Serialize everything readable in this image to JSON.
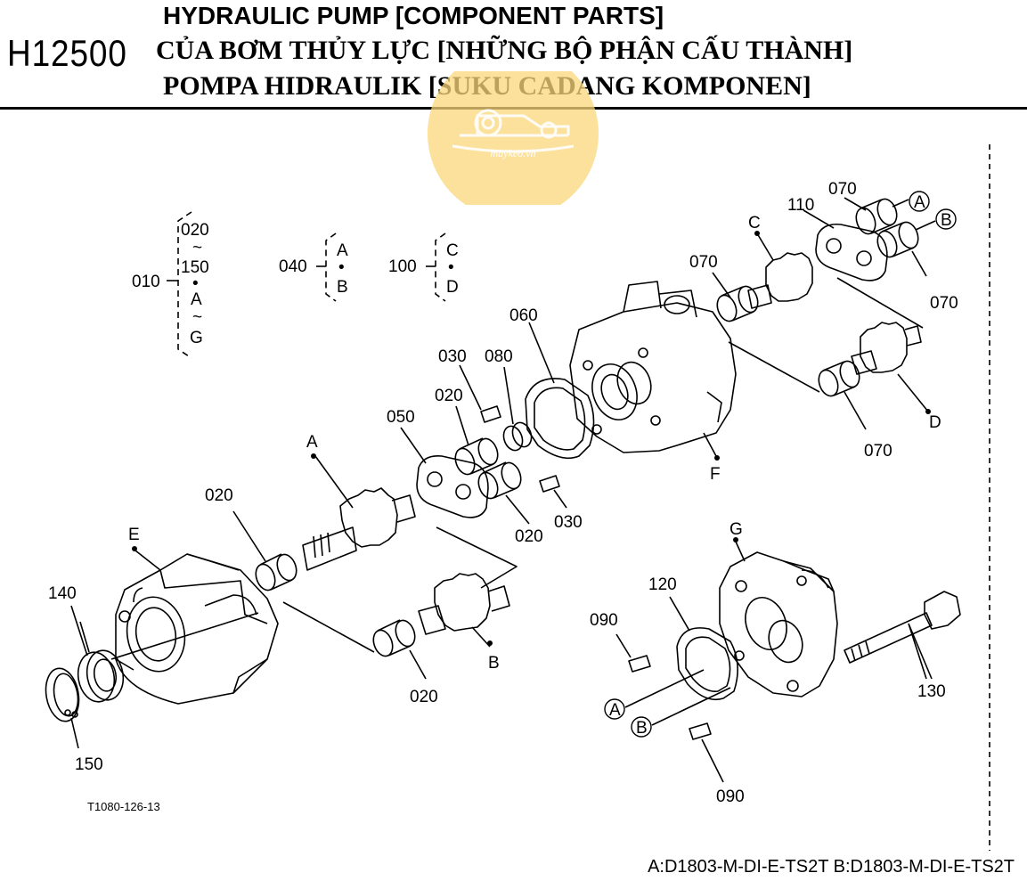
{
  "header": {
    "code": "H12500",
    "title_en": "HYDRAULIC PUMP [COMPONENT PARTS]",
    "title_vi": "CỦA BƠM THỦY LỰC [NHỮNG BỘ PHẬN CẤU THÀNH]",
    "title_id": "POMPA HIDRAULIK [SUKU CADANG KOMPONEN]"
  },
  "watermark": {
    "text": "maykeo.vn",
    "color": "#f9d77a"
  },
  "groups": {
    "g010": {
      "code": "010",
      "from": "020",
      "tilde1": "~",
      "to": "150",
      "dot": "•",
      "a": "A",
      "tilde2": "~",
      "b": "G"
    },
    "g040": {
      "code": "040",
      "a": "A",
      "dot": "•",
      "b": "B"
    },
    "g100": {
      "code": "100",
      "a": "C",
      "dot": "•",
      "b": "D"
    }
  },
  "labels": {
    "p070_top": "070",
    "circA_top": "A",
    "p110": "110",
    "circB_top": "B",
    "C": "C",
    "p070_mid": "070",
    "p070_right": "070",
    "p060": "060",
    "p030_a": "030",
    "p080": "080",
    "p020_a": "020",
    "p050": "050",
    "A": "A",
    "D": "D",
    "p070_low": "070",
    "F": "F",
    "p020_b": "020",
    "p030_b": "030",
    "p020_c": "020",
    "E": "E",
    "p140": "140",
    "p150": "150",
    "B": "B",
    "p020_d": "020",
    "G": "G",
    "p120": "120",
    "p090_a": "090",
    "circA_low": "A",
    "circB_low": "B",
    "p130": "130",
    "p090_b": "090"
  },
  "ref_code": "T1080-126-13",
  "footer": "A:D1803-M-DI-E-TS2T B:D1803-M-DI-E-TS2T"
}
